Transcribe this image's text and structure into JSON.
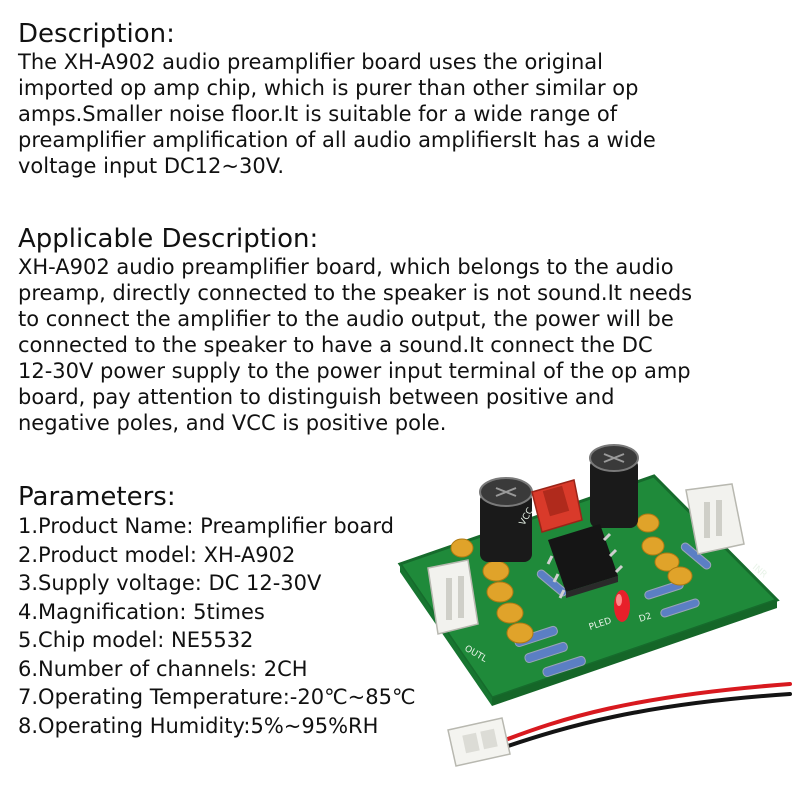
{
  "description": {
    "heading": "Description:",
    "lines": [
      "The XH-A902 audio preamplifier board uses the original",
      "imported op amp chip, which is purer than other similar op",
      "amps.Smaller noise floor.It is suitable for a wide range of",
      "preamplifier amplification of all audio amplifiersIt has a wide",
      "voltage input DC12~30V."
    ]
  },
  "applicable": {
    "heading": "Applicable Description:",
    "lines": [
      "XH-A902 audio preamplifier board, which belongs to the audio",
      "preamp, directly connected to the speaker is not sound.It needs",
      "to connect the amplifier to the audio output, the power will be",
      "connected to the speaker to have a sound.It connect the DC",
      "12-30V power supply to the power input terminal of the op amp",
      "board, pay attention to distinguish between positive and",
      "negative poles, and VCC is positive pole."
    ]
  },
  "parameters": {
    "heading": "Parameters:",
    "items": [
      "1.Product Name: Preamplifier board",
      "2.Product model: XH-A902",
      "3.Supply voltage: DC 12-30V",
      "4.Magnification: 5times",
      "5.Chip model: NE5532",
      "6.Number of channels: 2CH",
      "7.Operating Temperature:-20℃~85℃",
      "8.Operating Humidity:5%~95%RH"
    ]
  },
  "photo": {
    "board_labels": {
      "out": "OUTL",
      "in": "INR",
      "led": "PLED",
      "d2": "D2",
      "vcc": "VCC"
    },
    "colors": {
      "pcb": "#1f8a3a",
      "pcb_edge": "#166b2c",
      "capacitor": "#e0a32a",
      "electrolytic": "#1a1a1a",
      "connector": "#f2f2ee",
      "power_connector": "#d93a2a",
      "wire_red": "#d8191f",
      "wire_black": "#141414",
      "led": "#e8202a"
    }
  }
}
